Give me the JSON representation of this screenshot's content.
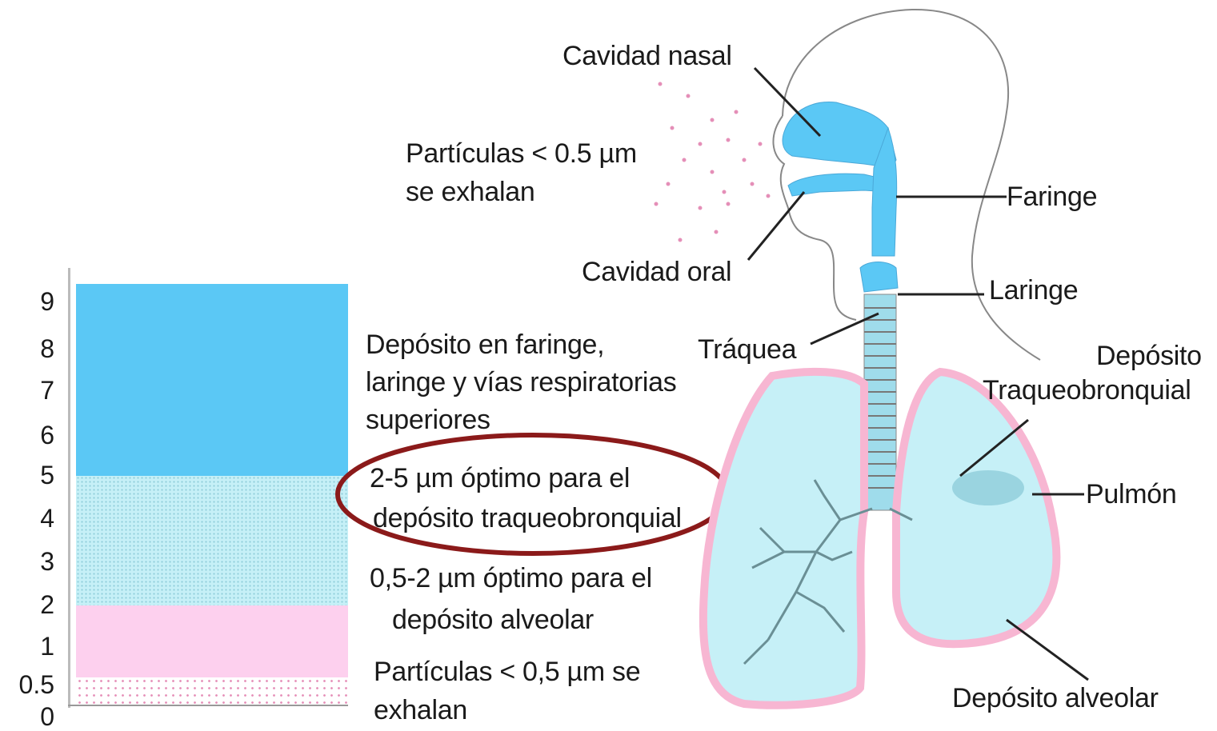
{
  "scale": {
    "ticks": [
      "9",
      "8",
      "7",
      "6",
      "5",
      "4",
      "3",
      "2",
      "1",
      "0.5",
      "0"
    ],
    "ranges": [
      {
        "from": 5,
        "to": 9.3,
        "color": "#5bc8f5"
      },
      {
        "from": 2,
        "to": 5,
        "color": "#c6f0f7"
      },
      {
        "from": 0.5,
        "to": 2,
        "color": "#fdd0ee"
      },
      {
        "from": 0,
        "to": 0.5,
        "color": "#ffffff"
      }
    ]
  },
  "ranges_text": {
    "upper_line1": "Depósito  en faringe,",
    "upper_line2": "laringe y vías respiratorias",
    "upper_line3": "superiores",
    "tb_line1": "2-5 µm óptimo para  el",
    "tb_line2": "depósito traqueobronquial",
    "alv_line1": "0,5-2 µm óptimo para el",
    "alv_line2": "depósito alveolar",
    "exh_line1": "Partículas < 0,5 µm se",
    "exh_line2": "exhalan"
  },
  "diagram_labels": {
    "cavidad_nasal": "Cavidad nasal",
    "exhale_line1": "Partículas < 0.5 µm",
    "exhale_line2": "se exhalan",
    "cavidad_oral": "Cavidad oral",
    "faringe": "Faringe",
    "laringe": "Laringe",
    "traquea": "Tráquea",
    "deposito": "Depósito",
    "traqueobronquial": "Traqueobronquial",
    "pulmon": "Pulmón",
    "deposito_alveolar": "Depósito alveolar"
  },
  "colors": {
    "airway": "#5bc8f5",
    "lung_fill": "#c6f0f7",
    "lung_border": "#f7b6d2",
    "highlight_ellipse": "#8b1a1a"
  }
}
